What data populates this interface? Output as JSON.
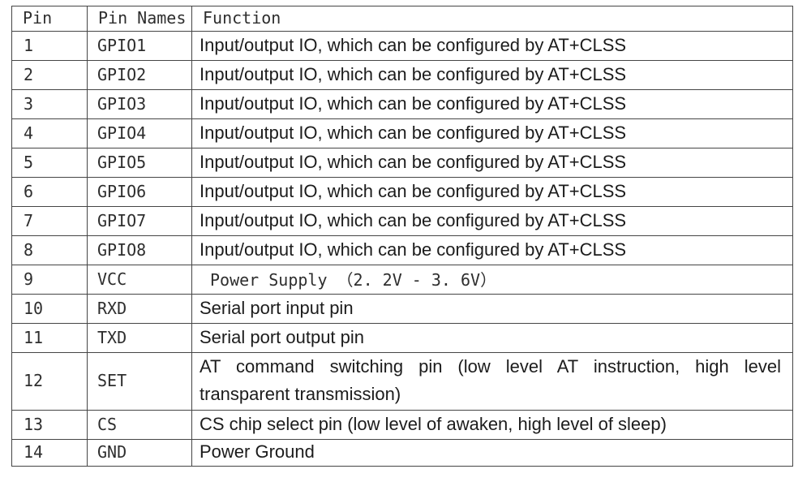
{
  "colors": {
    "border": "#454545",
    "mono_text": "#2e2e2e",
    "sans_text": "#1c1c1c",
    "background": "#ffffff"
  },
  "table": {
    "columns": [
      {
        "key": "pin",
        "label": "Pin"
      },
      {
        "key": "name",
        "label": "Pin Names"
      },
      {
        "key": "function",
        "label": "Function"
      }
    ],
    "rows": [
      {
        "pin": "1",
        "name": "GPIO1",
        "function": "Input/output IO, which can be configured by AT+CLSS",
        "function_style": "sans"
      },
      {
        "pin": "2",
        "name": "GPIO2",
        "function": "Input/output IO, which can be configured by AT+CLSS",
        "function_style": "sans"
      },
      {
        "pin": "3",
        "name": "GPIO3",
        "function": "Input/output IO, which can be configured by AT+CLSS",
        "function_style": "sans"
      },
      {
        "pin": "4",
        "name": "GPIO4",
        "function": "Input/output IO, which can be configured by AT+CLSS",
        "function_style": "sans"
      },
      {
        "pin": "5",
        "name": "GPIO5",
        "function": "Input/output IO, which can be configured by AT+CLSS",
        "function_style": "sans"
      },
      {
        "pin": "6",
        "name": "GPIO6",
        "function": "Input/output IO, which can be configured by AT+CLSS",
        "function_style": "sans"
      },
      {
        "pin": "7",
        "name": "GPIO7",
        "function": "Input/output IO, which can be configured by AT+CLSS",
        "function_style": "sans"
      },
      {
        "pin": "8",
        "name": "GPIO8",
        "function": "Input/output IO, which can be configured by AT+CLSS",
        "function_style": "sans"
      },
      {
        "pin": "9",
        "name": "VCC",
        "function": "Power Supply （2. 2V - 3. 6V）",
        "function_style": "mono-indent"
      },
      {
        "pin": "10",
        "name": "RXD",
        "function": "Serial port input pin",
        "function_style": "sans"
      },
      {
        "pin": "11",
        "name": "TXD",
        "function": "Serial port output pin",
        "function_style": "sans"
      },
      {
        "pin": "12",
        "name": "SET",
        "function": "AT command switching pin (low level AT instruction, high level transparent transmission)",
        "function_style": "sans-justify",
        "tall": true
      },
      {
        "pin": "13",
        "name": "CS",
        "function": "CS chip select pin (low level of awaken, high level of sleep)",
        "function_style": "sans"
      },
      {
        "pin": "14",
        "name": "GND",
        "function": "Power Ground",
        "function_style": "sans",
        "short": true
      }
    ]
  }
}
